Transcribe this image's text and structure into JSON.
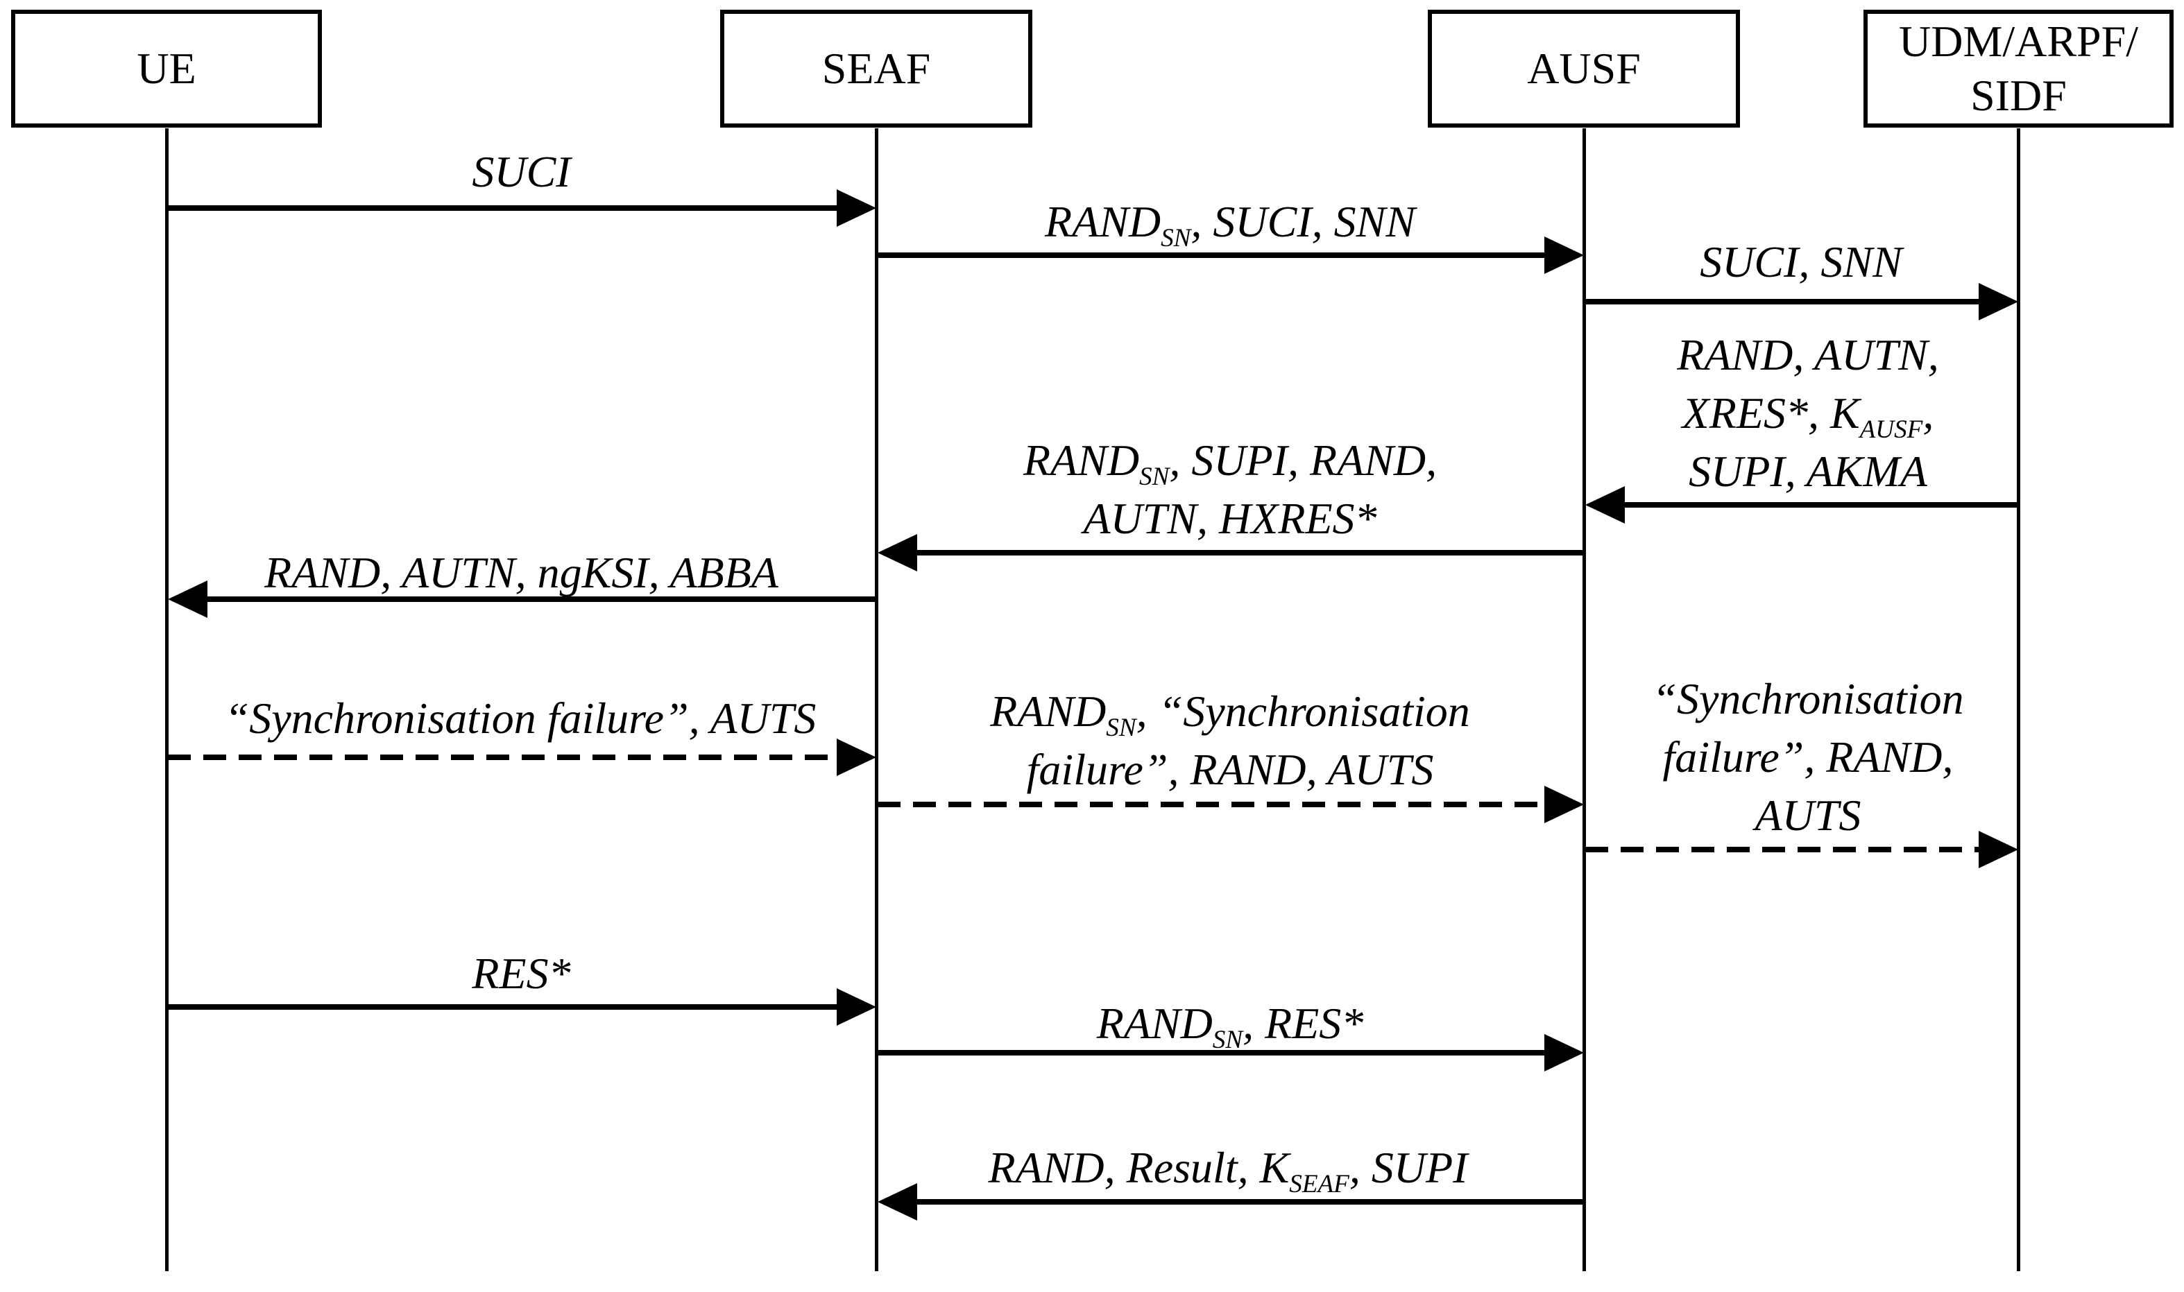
{
  "figure": {
    "type": "sequence-diagram",
    "title": "5G authentication message flow",
    "colors": {
      "foreground": "#000000",
      "background": "#ffffff"
    },
    "participants": [
      {
        "id": "ue",
        "label": "UE",
        "label_lines": [
          [
            {
              "t": "UE"
            }
          ]
        ]
      },
      {
        "id": "seaf",
        "label": "SEAF",
        "label_lines": [
          [
            {
              "t": "SEAF"
            }
          ]
        ]
      },
      {
        "id": "ausf",
        "label": "AUSF",
        "label_lines": [
          [
            {
              "t": "AUSF"
            }
          ]
        ]
      },
      {
        "id": "udm",
        "label": "UDM/ARPF/SIDF",
        "label_lines": [
          [
            {
              "t": "UDM/ARPF/"
            }
          ],
          [
            {
              "t": "SIDF"
            }
          ]
        ]
      }
    ],
    "messages": [
      {
        "from": "UE",
        "to": "SEAF",
        "line_style": "solid",
        "label_text": "SUCI",
        "label_lines": [
          [
            {
              "t": "SUCI"
            }
          ]
        ]
      },
      {
        "from": "SEAF",
        "to": "AUSF",
        "line_style": "solid",
        "label_text": "RAND_SN, SUCI, SNN",
        "label_lines": [
          [
            {
              "t": "RAND"
            },
            {
              "sub": "SN"
            },
            {
              "t": ", SUCI, SNN"
            }
          ]
        ]
      },
      {
        "from": "AUSF",
        "to": "UDM/ARPF/SIDF",
        "line_style": "solid",
        "label_text": "SUCI, SNN",
        "label_lines": [
          [
            {
              "t": "SUCI, SNN"
            }
          ]
        ]
      },
      {
        "from": "UDM/ARPF/SIDF",
        "to": "AUSF",
        "line_style": "solid",
        "label_text": "RAND, AUTN, XRES*, K_AUSF, SUPI, AKMA",
        "label_lines": [
          [
            {
              "t": "RAND, AUTN,"
            }
          ],
          [
            {
              "t": "XRES*, K"
            },
            {
              "sub": "AUSF"
            },
            {
              "t": ","
            }
          ],
          [
            {
              "t": "SUPI, AKMA"
            }
          ]
        ]
      },
      {
        "from": "AUSF",
        "to": "SEAF",
        "line_style": "solid",
        "label_text": "RAND_SN, SUPI, RAND, AUTN, HXRES*",
        "label_lines": [
          [
            {
              "t": "RAND"
            },
            {
              "sub": "SN"
            },
            {
              "t": ", SUPI, RAND,"
            }
          ],
          [
            {
              "t": "AUTN, HXRES*"
            }
          ]
        ]
      },
      {
        "from": "SEAF",
        "to": "UE",
        "line_style": "solid",
        "label_text": "RAND, AUTN, ngKSI, ABBA",
        "label_lines": [
          [
            {
              "t": "RAND, AUTN, ngKSI, ABBA"
            }
          ]
        ]
      },
      {
        "from": "UE",
        "to": "SEAF",
        "line_style": "dashed",
        "label_text": "“Synchronisation failure”, AUTS",
        "label_lines": [
          [
            {
              "t": "“Synchronisation failure”, AUTS"
            }
          ]
        ]
      },
      {
        "from": "SEAF",
        "to": "AUSF",
        "line_style": "dashed",
        "label_text": "RAND_SN, “Synchronisation failure”, RAND, AUTS",
        "label_lines": [
          [
            {
              "t": "RAND"
            },
            {
              "sub": "SN"
            },
            {
              "t": ", “Synchronisation"
            }
          ],
          [
            {
              "t": "failure”, RAND, AUTS"
            }
          ]
        ]
      },
      {
        "from": "AUSF",
        "to": "UDM/ARPF/SIDF",
        "line_style": "dashed",
        "label_text": "“Synchronisation failure”, RAND, AUTS",
        "label_lines": [
          [
            {
              "t": "“Synchronisation"
            }
          ],
          [
            {
              "t": "failure”, RAND,"
            }
          ],
          [
            {
              "t": "AUTS"
            }
          ]
        ]
      },
      {
        "from": "UE",
        "to": "SEAF",
        "line_style": "solid",
        "label_text": "RES*",
        "label_lines": [
          [
            {
              "t": "RES*"
            }
          ]
        ]
      },
      {
        "from": "SEAF",
        "to": "AUSF",
        "line_style": "solid",
        "label_text": "RAND_SN, RES*",
        "label_lines": [
          [
            {
              "t": "RAND"
            },
            {
              "sub": "SN"
            },
            {
              "t": ", RES*"
            }
          ]
        ]
      },
      {
        "from": "AUSF",
        "to": "SEAF",
        "line_style": "solid",
        "label_text": "RAND, Result, K_SEAF, SUPI",
        "label_lines": [
          [
            {
              "t": "RAND, Result, K"
            },
            {
              "sub": "SEAF"
            },
            {
              "t": ", SUPI"
            }
          ]
        ]
      }
    ]
  }
}
